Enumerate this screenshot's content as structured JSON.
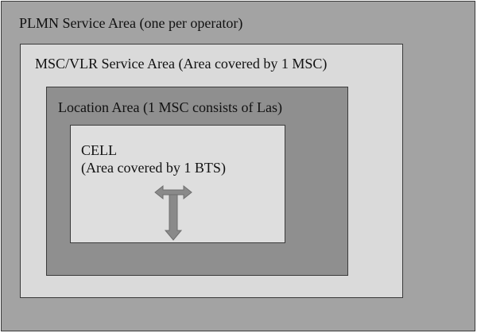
{
  "diagram": {
    "plmn_label": "PLMN Service Area (one per operator)",
    "msc_label": "MSC/VLR Service Area  (Area covered by 1 MSC)",
    "la_label": "Location Area (1 MSC consists of Las)",
    "cell_title": "CELL",
    "cell_subtitle": "(Area covered by 1 BTS)",
    "icon": "bts-antenna-icon",
    "colors": {
      "plmn_fill": "#a3a3a3",
      "msc_fill": "#dadada",
      "la_fill": "#8f8f8f",
      "cell_fill": "#dedede",
      "antenna": "#8a8a8a"
    }
  }
}
